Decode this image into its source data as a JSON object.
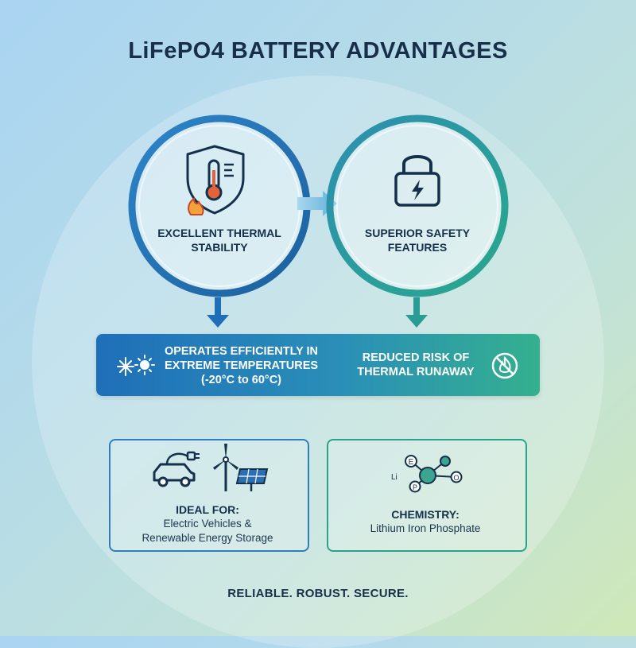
{
  "title": "LiFePO4 BATTERY ADVANTAGES",
  "feature_left": {
    "line1": "EXCELLENT THERMAL",
    "line2": "STABILITY",
    "icon": "shield-thermometer-flame-icon",
    "color": "#1f6fb8"
  },
  "feature_right": {
    "line1": "SUPERIOR SAFETY",
    "line2": "FEATURES",
    "icon": "padlock-lightning-icon",
    "color": "#2a9b95"
  },
  "banner": {
    "left_line1": "OPERATES EFFICIENTLY IN",
    "left_line2": "EXTREME TEMPERATURES",
    "left_line3": "(-20°C to 60°C)",
    "left_icon": "snowflake-sun-icon",
    "right_line1": "REDUCED RISK OF",
    "right_line2": "THERMAL RUNAWAY",
    "right_icon": "no-fire-icon"
  },
  "card_left": {
    "title": "IDEAL FOR:",
    "line1": "Electric Vehicles &",
    "line2": "Renewable Energy Storage",
    "icons": [
      "electric-car-icon",
      "wind-turbine-icon",
      "solar-panel-icon"
    ],
    "border_color": "#2f7fc0"
  },
  "card_right": {
    "title": "CHEMISTRY:",
    "line1": "Lithium Iron Phosphate",
    "icon": "molecule-icon",
    "molecule_labels": {
      "li": "Li",
      "fe": "E",
      "p": "P",
      "o": "O"
    },
    "border_color": "#2aa38a"
  },
  "tagline": "RELIABLE. ROBUST. SECURE."
}
